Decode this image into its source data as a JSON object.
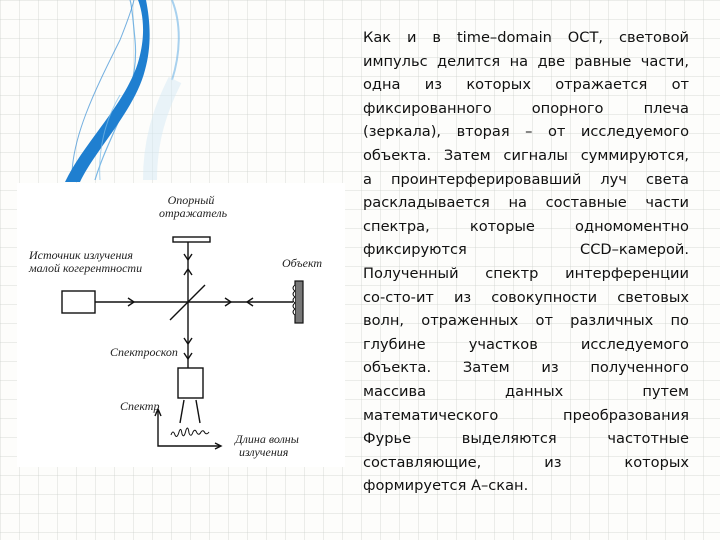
{
  "slide": {
    "background": "#fdfdfb",
    "accent_color": "#1f7fd0"
  },
  "diagram": {
    "labels": {
      "reference_reflector_line1": "Опорный",
      "reference_reflector_line2": "отражатель",
      "source_line1": "Источник излучения",
      "source_line2": "малой когерентности",
      "object": "Объект",
      "spectroscope": "Спектроскоп",
      "spectrum": "Спектр",
      "wavelength_line1": "Длина волны",
      "wavelength_line2": "излучения"
    }
  },
  "body_text": {
    "lines": [
      "Как и в time–domain OCT, световой",
      "импульс делится на две равные части,",
      "одна из которых отражается от",
      "фиксированного опорного плеча",
      "(зеркала), вторая – от исследуемого",
      "объекта. Затем сигналы суммируются,",
      "а проинтерферировавший луч света",
      "раскладывается на составные части",
      "спектра, которые одномоментно",
      "фиксируются CCD–камерой.",
      "Полученный спектр интерференции",
      "со-сто-ит из совокупности световых",
      "волн, отраженных от различных по",
      "глубине участков исследуемого",
      "объекта. Затем из полученного",
      "массива данных путем",
      "математического преобразования",
      "Фурье выделяются частотные",
      "составляющие, из которых",
      "формируется А–скан."
    ]
  }
}
